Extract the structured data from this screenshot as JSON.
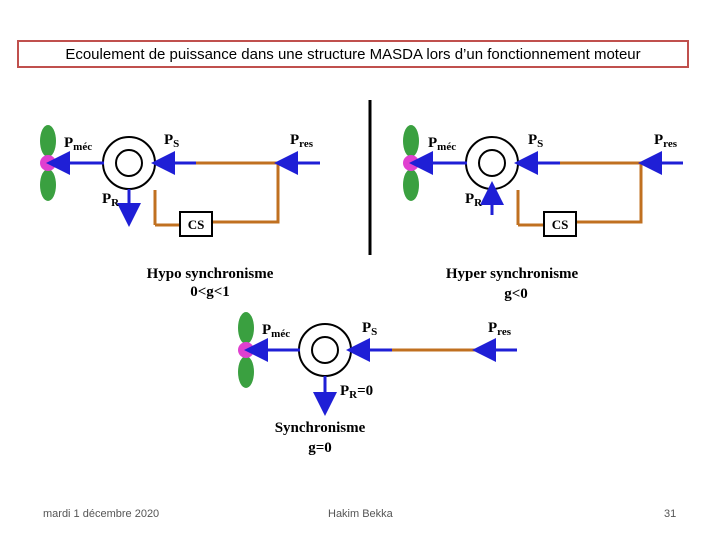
{
  "slide": {
    "title": "Ecoulement de puissance dans une structure MASDA lors d’un fonctionnement moteur",
    "footer_date": "mardi 1 décembre 2020",
    "footer_author": "Hakim Bekka",
    "page_number": "31"
  },
  "diagram": {
    "labels": {
      "p_mec_main": "P",
      "p_mec_sub": "méc",
      "p_s_main": "P",
      "p_s_sub": "S",
      "p_res_main": "P",
      "p_res_sub": "res",
      "p_r_main": "P",
      "p_r_sub": "R",
      "p_r_zero": "=0",
      "cs": "CS"
    },
    "hypo": {
      "title": "Hypo synchronisme",
      "condition": "0<g<1"
    },
    "hyper": {
      "title": "Hyper synchronisme",
      "condition": "g<0"
    },
    "sync": {
      "title": "Synchronisme",
      "condition": "g=0"
    },
    "colors": {
      "blue_arrow": "#1f1fd6",
      "orange_line": "#c07020",
      "pink_link": "#e040d0",
      "propeller_green": "#3aa040",
      "title_border": "#c0504d"
    }
  }
}
